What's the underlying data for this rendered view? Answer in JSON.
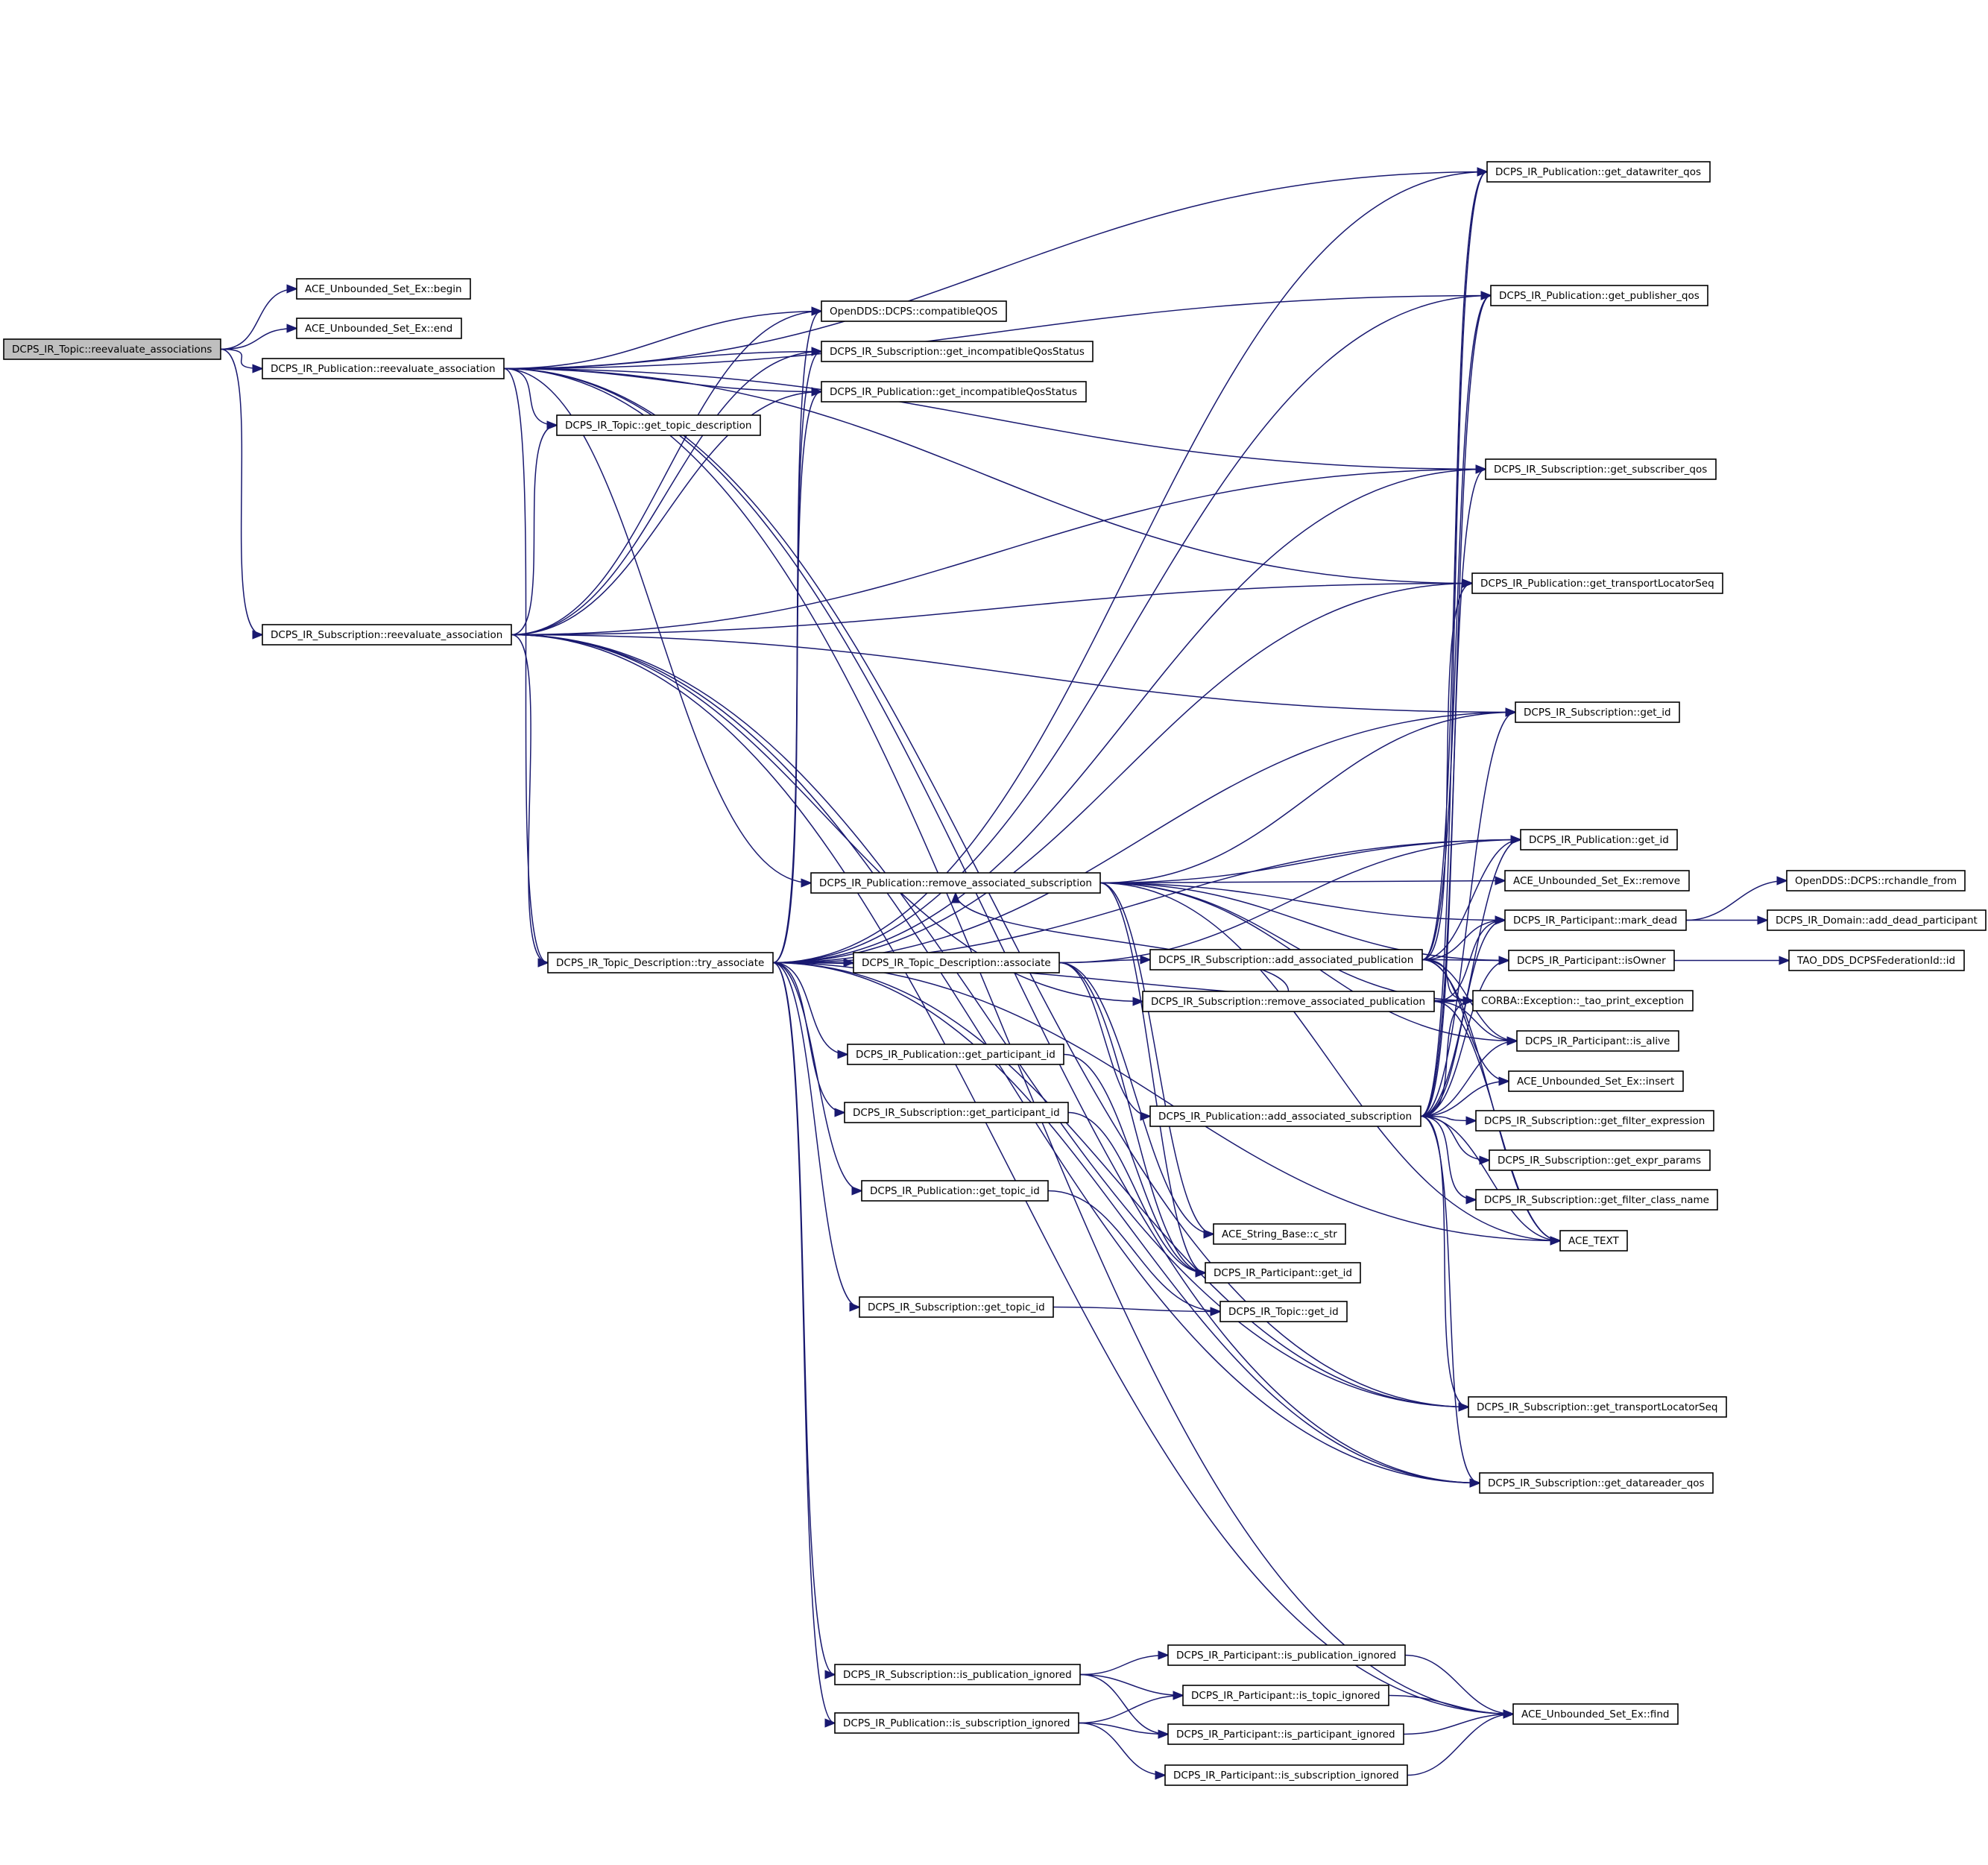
{
  "diagram": {
    "type": "call-graph",
    "colors": {
      "edge": "#191970",
      "node_border": "#000000",
      "node_fill": "#ffffff",
      "root_fill": "#bfbfbf"
    },
    "nodes": [
      {
        "id": "root",
        "label": "DCPS_IR_Topic::reevaluate_associations",
        "root": true
      },
      {
        "id": "set_begin",
        "label": "ACE_Unbounded_Set_Ex::begin"
      },
      {
        "id": "set_end",
        "label": "ACE_Unbounded_Set_Ex::end"
      },
      {
        "id": "pub_reeval",
        "label": "DCPS_IR_Publication::reevaluate_association"
      },
      {
        "id": "sub_reeval",
        "label": "DCPS_IR_Subscription::reevaluate_association"
      },
      {
        "id": "compatibleQOS",
        "label": "OpenDDS::DCPS::compatibleQOS"
      },
      {
        "id": "sub_incompat",
        "label": "DCPS_IR_Subscription::get_incompatibleQosStatus"
      },
      {
        "id": "pub_incompat",
        "label": "DCPS_IR_Publication::get_incompatibleQosStatus"
      },
      {
        "id": "topic_desc",
        "label": "DCPS_IR_Topic::get_topic_description"
      },
      {
        "id": "remove_assoc_sub",
        "label": "DCPS_IR_Publication::remove_associated_subscription"
      },
      {
        "id": "try_associate",
        "label": "DCPS_IR_Topic_Description::try_associate"
      },
      {
        "id": "associate",
        "label": "DCPS_IR_Topic_Description::associate"
      },
      {
        "id": "add_assoc_pub",
        "label": "DCPS_IR_Subscription::add_associated_publication"
      },
      {
        "id": "remove_assoc_pub",
        "label": "DCPS_IR_Subscription::remove_associated_publication"
      },
      {
        "id": "pub_part_id",
        "label": "DCPS_IR_Publication::get_participant_id"
      },
      {
        "id": "sub_part_id",
        "label": "DCPS_IR_Subscription::get_participant_id"
      },
      {
        "id": "add_assoc_sub",
        "label": "DCPS_IR_Publication::add_associated_subscription"
      },
      {
        "id": "pub_topic_id",
        "label": "DCPS_IR_Publication::get_topic_id"
      },
      {
        "id": "sub_topic_id",
        "label": "DCPS_IR_Subscription::get_topic_id"
      },
      {
        "id": "c_str",
        "label": "ACE_String_Base::c_str"
      },
      {
        "id": "part_get_id",
        "label": "DCPS_IR_Participant::get_id"
      },
      {
        "id": "topic_get_id",
        "label": "DCPS_IR_Topic::get_id"
      },
      {
        "id": "sub_is_pub_ignored",
        "label": "DCPS_IR_Subscription::is_publication_ignored"
      },
      {
        "id": "pub_is_sub_ignored",
        "label": "DCPS_IR_Publication::is_subscription_ignored"
      },
      {
        "id": "part_is_pub_ignored",
        "label": "DCPS_IR_Participant::is_publication_ignored"
      },
      {
        "id": "part_is_topic_ignored",
        "label": "DCPS_IR_Participant::is_topic_ignored"
      },
      {
        "id": "part_is_part_ignored",
        "label": "DCPS_IR_Participant::is_participant_ignored"
      },
      {
        "id": "part_is_sub_ignored",
        "label": "DCPS_IR_Participant::is_subscription_ignored"
      },
      {
        "id": "dw_qos",
        "label": "DCPS_IR_Publication::get_datawriter_qos"
      },
      {
        "id": "pub_qos",
        "label": "DCPS_IR_Publication::get_publisher_qos"
      },
      {
        "id": "sub_qos",
        "label": "DCPS_IR_Subscription::get_subscriber_qos"
      },
      {
        "id": "pub_tls",
        "label": "DCPS_IR_Publication::get_transportLocatorSeq"
      },
      {
        "id": "sub_get_id",
        "label": "DCPS_IR_Subscription::get_id"
      },
      {
        "id": "pub_get_id",
        "label": "DCPS_IR_Publication::get_id"
      },
      {
        "id": "set_remove",
        "label": "ACE_Unbounded_Set_Ex::remove"
      },
      {
        "id": "mark_dead",
        "label": "DCPS_IR_Participant::mark_dead"
      },
      {
        "id": "is_owner",
        "label": "DCPS_IR_Participant::isOwner"
      },
      {
        "id": "tao_print",
        "label": "CORBA::Exception::_tao_print_exception"
      },
      {
        "id": "is_alive",
        "label": "DCPS_IR_Participant::is_alive"
      },
      {
        "id": "set_insert",
        "label": "ACE_Unbounded_Set_Ex::insert"
      },
      {
        "id": "filter_expr",
        "label": "DCPS_IR_Subscription::get_filter_expression"
      },
      {
        "id": "expr_params",
        "label": "DCPS_IR_Subscription::get_expr_params"
      },
      {
        "id": "filter_class",
        "label": "DCPS_IR_Subscription::get_filter_class_name"
      },
      {
        "id": "ace_text",
        "label": "ACE_TEXT"
      },
      {
        "id": "sub_tls",
        "label": "DCPS_IR_Subscription::get_transportLocatorSeq"
      },
      {
        "id": "dr_qos",
        "label": "DCPS_IR_Subscription::get_datareader_qos"
      },
      {
        "id": "set_find",
        "label": "ACE_Unbounded_Set_Ex::find"
      },
      {
        "id": "rchandle_from",
        "label": "OpenDDS::DCPS::rchandle_from"
      },
      {
        "id": "add_dead",
        "label": "DCPS_IR_Domain::add_dead_participant"
      },
      {
        "id": "fed_id",
        "label": "TAO_DDS_DCPSFederationId::id"
      }
    ],
    "edges": [
      [
        "root",
        "set_begin"
      ],
      [
        "root",
        "set_end"
      ],
      [
        "root",
        "pub_reeval"
      ],
      [
        "root",
        "sub_reeval"
      ],
      [
        "pub_reeval",
        "dw_qos"
      ],
      [
        "pub_reeval",
        "pub_qos"
      ],
      [
        "pub_reeval",
        "sub_qos"
      ],
      [
        "pub_reeval",
        "pub_tls"
      ],
      [
        "pub_reeval",
        "compatibleQOS"
      ],
      [
        "pub_reeval",
        "sub_incompat"
      ],
      [
        "pub_reeval",
        "pub_incompat"
      ],
      [
        "pub_reeval",
        "topic_desc"
      ],
      [
        "pub_reeval",
        "remove_assoc_sub"
      ],
      [
        "pub_reeval",
        "try_associate"
      ],
      [
        "pub_reeval",
        "dr_qos"
      ],
      [
        "pub_reeval",
        "sub_tls"
      ],
      [
        "pub_reeval",
        "set_find"
      ],
      [
        "sub_reeval",
        "topic_desc"
      ],
      [
        "sub_reeval",
        "compatibleQOS"
      ],
      [
        "sub_reeval",
        "sub_incompat"
      ],
      [
        "sub_reeval",
        "pub_incompat"
      ],
      [
        "sub_reeval",
        "sub_qos"
      ],
      [
        "sub_reeval",
        "pub_tls"
      ],
      [
        "sub_reeval",
        "sub_get_id"
      ],
      [
        "sub_reeval",
        "try_associate"
      ],
      [
        "sub_reeval",
        "remove_assoc_pub"
      ],
      [
        "sub_reeval",
        "dr_qos"
      ],
      [
        "sub_reeval",
        "sub_tls"
      ],
      [
        "sub_reeval",
        "set_find"
      ],
      [
        "try_associate",
        "associate"
      ],
      [
        "try_associate",
        "compatibleQOS"
      ],
      [
        "try_associate",
        "sub_incompat"
      ],
      [
        "try_associate",
        "pub_incompat"
      ],
      [
        "try_associate",
        "dw_qos"
      ],
      [
        "try_associate",
        "pub_qos"
      ],
      [
        "try_associate",
        "sub_qos"
      ],
      [
        "try_associate",
        "pub_tls"
      ],
      [
        "try_associate",
        "sub_get_id"
      ],
      [
        "try_associate",
        "pub_get_id"
      ],
      [
        "try_associate",
        "pub_part_id"
      ],
      [
        "try_associate",
        "sub_part_id"
      ],
      [
        "try_associate",
        "pub_topic_id"
      ],
      [
        "try_associate",
        "sub_topic_id"
      ],
      [
        "try_associate",
        "sub_is_pub_ignored"
      ],
      [
        "try_associate",
        "pub_is_sub_ignored"
      ],
      [
        "try_associate",
        "ace_text"
      ],
      [
        "try_associate",
        "sub_tls"
      ],
      [
        "try_associate",
        "dr_qos"
      ],
      [
        "try_associate",
        "tao_print"
      ],
      [
        "associate",
        "add_assoc_pub"
      ],
      [
        "associate",
        "add_assoc_sub"
      ],
      [
        "associate",
        "c_str"
      ],
      [
        "associate",
        "part_get_id"
      ],
      [
        "associate",
        "pub_get_id"
      ],
      [
        "remove_assoc_sub",
        "sub_get_id"
      ],
      [
        "remove_assoc_sub",
        "pub_get_id"
      ],
      [
        "remove_assoc_sub",
        "set_remove"
      ],
      [
        "remove_assoc_sub",
        "mark_dead"
      ],
      [
        "remove_assoc_sub",
        "is_owner"
      ],
      [
        "remove_assoc_sub",
        "tao_print"
      ],
      [
        "remove_assoc_sub",
        "is_alive"
      ],
      [
        "remove_assoc_sub",
        "ace_text"
      ],
      [
        "remove_assoc_sub",
        "c_str"
      ],
      [
        "remove_assoc_sub",
        "part_get_id"
      ],
      [
        "add_assoc_pub",
        "dw_qos"
      ],
      [
        "add_assoc_pub",
        "pub_qos"
      ],
      [
        "add_assoc_pub",
        "pub_tls"
      ],
      [
        "add_assoc_pub",
        "pub_get_id"
      ],
      [
        "add_assoc_pub",
        "mark_dead"
      ],
      [
        "add_assoc_pub",
        "is_owner"
      ],
      [
        "add_assoc_pub",
        "tao_print"
      ],
      [
        "add_assoc_pub",
        "is_alive"
      ],
      [
        "add_assoc_pub",
        "set_insert"
      ],
      [
        "add_assoc_pub",
        "ace_text"
      ],
      [
        "remove_assoc_pub",
        "remove_assoc_sub"
      ],
      [
        "remove_assoc_pub",
        "tao_print"
      ],
      [
        "remove_assoc_pub",
        "is_alive"
      ],
      [
        "remove_assoc_pub",
        "mark_dead"
      ],
      [
        "remove_assoc_pub",
        "ace_text"
      ],
      [
        "add_assoc_sub",
        "dw_qos"
      ],
      [
        "add_assoc_sub",
        "pub_qos"
      ],
      [
        "add_assoc_sub",
        "sub_qos"
      ],
      [
        "add_assoc_sub",
        "sub_get_id"
      ],
      [
        "add_assoc_sub",
        "pub_get_id"
      ],
      [
        "add_assoc_sub",
        "mark_dead"
      ],
      [
        "add_assoc_sub",
        "is_owner"
      ],
      [
        "add_assoc_sub",
        "tao_print"
      ],
      [
        "add_assoc_sub",
        "is_alive"
      ],
      [
        "add_assoc_sub",
        "set_insert"
      ],
      [
        "add_assoc_sub",
        "filter_expr"
      ],
      [
        "add_assoc_sub",
        "expr_params"
      ],
      [
        "add_assoc_sub",
        "filter_class"
      ],
      [
        "add_assoc_sub",
        "ace_text"
      ],
      [
        "add_assoc_sub",
        "sub_tls"
      ],
      [
        "add_assoc_sub",
        "dr_qos"
      ],
      [
        "pub_part_id",
        "part_get_id"
      ],
      [
        "sub_part_id",
        "part_get_id"
      ],
      [
        "pub_topic_id",
        "topic_get_id"
      ],
      [
        "sub_topic_id",
        "topic_get_id"
      ],
      [
        "sub_is_pub_ignored",
        "part_is_pub_ignored"
      ],
      [
        "sub_is_pub_ignored",
        "part_is_topic_ignored"
      ],
      [
        "sub_is_pub_ignored",
        "part_is_part_ignored"
      ],
      [
        "pub_is_sub_ignored",
        "part_is_topic_ignored"
      ],
      [
        "pub_is_sub_ignored",
        "part_is_part_ignored"
      ],
      [
        "pub_is_sub_ignored",
        "part_is_sub_ignored"
      ],
      [
        "part_is_pub_ignored",
        "set_find"
      ],
      [
        "part_is_topic_ignored",
        "set_find"
      ],
      [
        "part_is_part_ignored",
        "set_find"
      ],
      [
        "part_is_sub_ignored",
        "set_find"
      ],
      [
        "mark_dead",
        "rchandle_from"
      ],
      [
        "mark_dead",
        "add_dead"
      ],
      [
        "is_owner",
        "fed_id"
      ]
    ]
  }
}
